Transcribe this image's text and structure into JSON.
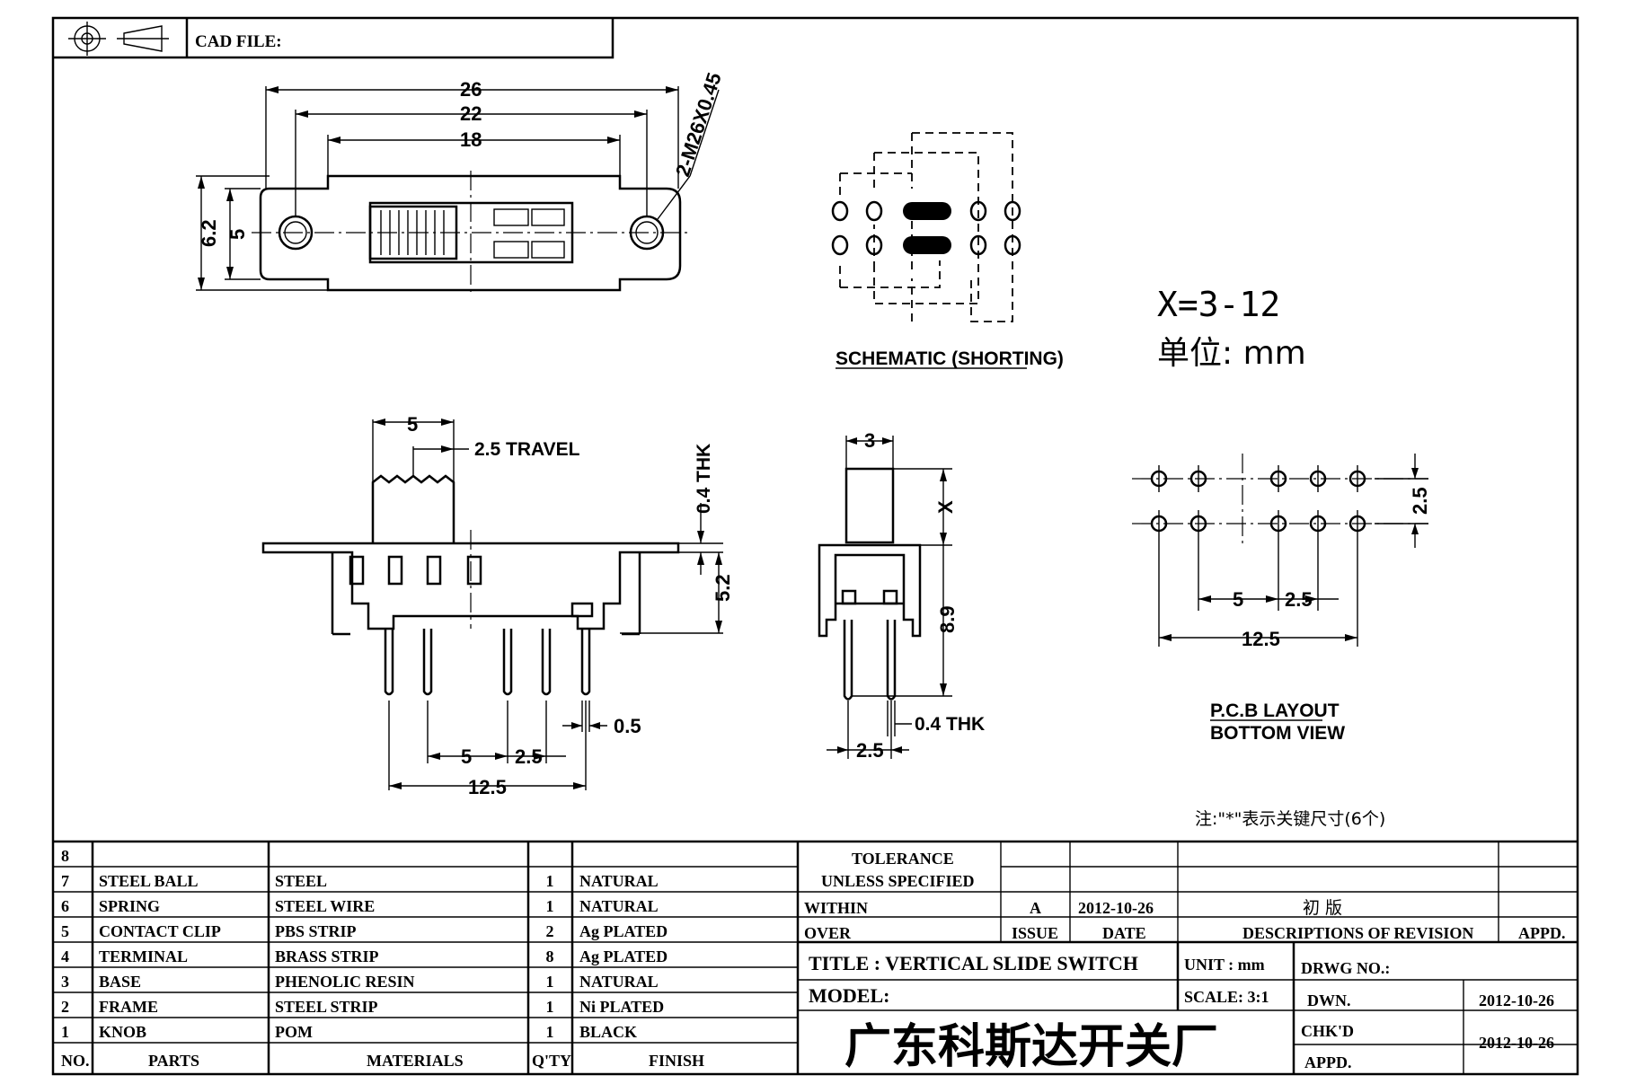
{
  "header": {
    "cad_file_label": "CAD FILE:"
  },
  "top_view": {
    "dim_26": "26",
    "dim_22": "22",
    "dim_18": "18",
    "dim_6_2": "6.2",
    "dim_5": "5",
    "hole_note": "2-M26X0.45"
  },
  "schematic": {
    "label": "SCHEMATIC (SHORTING)"
  },
  "notes": {
    "x_range": "X=3-12",
    "unit_label": "单位: mm",
    "key_note": "注:\"*\"表示关键尺寸(6个)"
  },
  "front_view": {
    "dim_5": "5",
    "travel": "2.5 TRAVEL",
    "thk": "0.4 THK",
    "dim_5_2": "5.2",
    "dim_0_5": "0.5",
    "pitch_5": "5",
    "pitch_2_5": "2.5",
    "dim_12_5": "12.5"
  },
  "side_view": {
    "dim_3": "3",
    "dim_x": "X",
    "dim_8_9": "8.9",
    "thk": "0.4 THK",
    "dim_2_5": "2.5"
  },
  "pcb_layout": {
    "dim_2_5_vert": "2.5",
    "pitch_5": "5",
    "pitch_2_5": "2.5",
    "dim_12_5": "12.5",
    "label_1": "P.C.B LAYOUT",
    "label_2": "BOTTOM VIEW"
  },
  "bom": {
    "header": {
      "no": "NO.",
      "parts": "PARTS",
      "materials": "MATERIALS",
      "qty": "Q'TY",
      "finish": "FINISH"
    },
    "rows": [
      {
        "no": "8",
        "part": "",
        "material": "",
        "qty": "",
        "finish": ""
      },
      {
        "no": "7",
        "part": "STEEL BALL",
        "material": "STEEL",
        "qty": "1",
        "finish": "NATURAL"
      },
      {
        "no": "6",
        "part": "SPRING",
        "material": "STEEL WIRE",
        "qty": "1",
        "finish": "NATURAL"
      },
      {
        "no": "5",
        "part": "CONTACT CLIP",
        "material": "PBS STRIP",
        "qty": "2",
        "finish": "Ag PLATED"
      },
      {
        "no": "4",
        "part": "TERMINAL",
        "material": "BRASS STRIP",
        "qty": "8",
        "finish": "Ag PLATED"
      },
      {
        "no": "3",
        "part": "BASE",
        "material": "PHENOLIC RESIN",
        "qty": "1",
        "finish": "NATURAL"
      },
      {
        "no": "2",
        "part": "FRAME",
        "material": "STEEL STRIP",
        "qty": "1",
        "finish": "Ni PLATED"
      },
      {
        "no": "1",
        "part": "KNOB",
        "material": "POM",
        "qty": "1",
        "finish": "BLACK"
      }
    ]
  },
  "title_block": {
    "tolerance": "TOLERANCE",
    "unless": "UNLESS   SPECIFIED",
    "within": "WITHIN",
    "over": "OVER",
    "rev_letter": "A",
    "rev_date": "2012-10-26",
    "rev_desc": "初  版",
    "issue": "ISSUE",
    "date": "DATE",
    "descriptions": "DESCRIPTIONS OF REVISION",
    "appd": "APPD.",
    "title": "TITLE :   VERTICAL  SLIDE  SWITCH",
    "unit": "UNIT :   mm",
    "drwg_no": "DRWG NO.:",
    "model": "MODEL:",
    "scale": "SCALE:   3:1",
    "dwn": "DWN.",
    "dwn_date": "2012-10-26",
    "company": "广东科斯达开关厂",
    "chkd": "CHK'D",
    "chkd_date": "2012-10-26",
    "appd2": "APPD."
  }
}
